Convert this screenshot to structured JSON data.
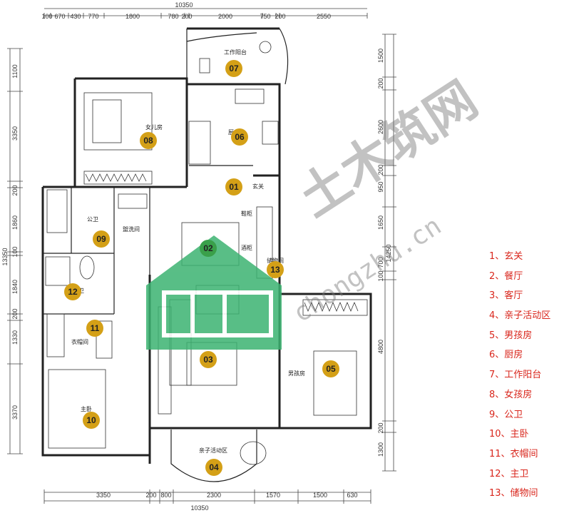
{
  "dims_top": {
    "total": "10350",
    "segments": [
      "100",
      "670",
      "430",
      "770",
      "1800",
      "780",
      "200",
      "2000",
      "750",
      "200",
      "2550"
    ]
  },
  "dims_bottom": {
    "total": "10350",
    "segments": [
      "3350",
      "200",
      "800",
      "2300",
      "1570",
      "1500",
      "630"
    ]
  },
  "dims_left": {
    "total": "13350",
    "segments": [
      "1100",
      "3350",
      "200",
      "1860",
      "100",
      "1840",
      "200",
      "1330",
      "3370"
    ]
  },
  "dims_right": {
    "total": "14250",
    "segments": [
      "1500",
      "200",
      "2600",
      "200",
      "950",
      "1650",
      "700",
      "100",
      "4800",
      "200",
      "1300"
    ]
  },
  "room_labels": {
    "work_balcony": "工作阳台",
    "daughter_room": "女儿房",
    "kitchen": "厨房",
    "foyer": "玄关",
    "shoe_cabinet": "鞋柜",
    "wine_cabinet": "酒柜",
    "storage": "储物间",
    "public_bath": "公卫",
    "washroom": "盥洗间",
    "master_bath": "主卫",
    "cloakroom": "衣帽间",
    "master_bedroom": "主卧",
    "boy_room": "男孩房",
    "activity_area": "亲子活动区"
  },
  "badges": [
    {
      "num": "01",
      "color": "#d4a017"
    },
    {
      "num": "02",
      "color": "#3aa04a"
    },
    {
      "num": "03",
      "color": "#d4a017"
    },
    {
      "num": "04",
      "color": "#d4a017"
    },
    {
      "num": "05",
      "color": "#d4a017"
    },
    {
      "num": "06",
      "color": "#d4a017"
    },
    {
      "num": "07",
      "color": "#d4a017"
    },
    {
      "num": "08",
      "color": "#d4a017"
    },
    {
      "num": "09",
      "color": "#d4a017"
    },
    {
      "num": "10",
      "color": "#d4a017"
    },
    {
      "num": "11",
      "color": "#d4a017"
    },
    {
      "num": "12",
      "color": "#d4a017"
    },
    {
      "num": "13",
      "color": "#d4a017"
    }
  ],
  "legend": [
    "1、玄关",
    "2、餐厅",
    "3、客厅",
    "4、亲子活动区",
    "5、男孩房",
    "6、厨房",
    "7、工作阳台",
    "8、女孩房",
    "9、公卫",
    "10、主卧",
    "11、衣帽间",
    "12、主卫",
    "13、储物间"
  ],
  "watermark": {
    "text": "土木筑网",
    "url": "chongzhu.cn",
    "color": "#3cb371"
  },
  "colors": {
    "legend_text": "#d9261c",
    "badge_gold": "#d4a017",
    "badge_green": "#3aa04a",
    "wall": "#222222"
  }
}
